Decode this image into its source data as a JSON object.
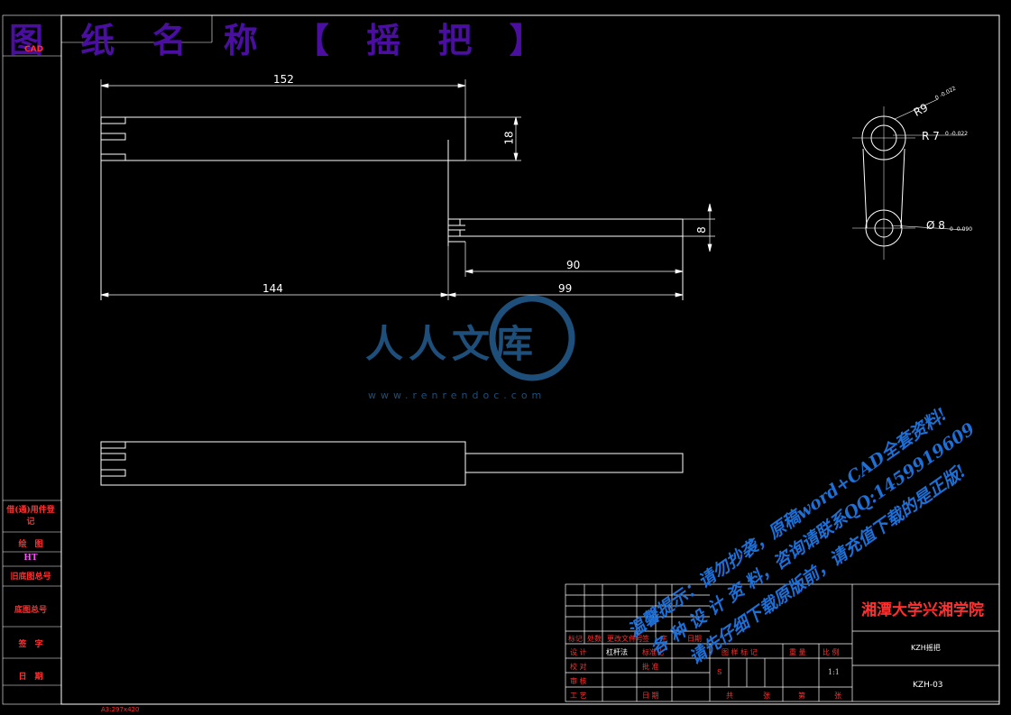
{
  "title": {
    "text": "图 纸 名 称 【 摇 把 】",
    "cad": "CAD"
  },
  "sheet": {
    "size_note": "A3:297x420"
  },
  "dimensions": {
    "d152": "152",
    "d18": "18",
    "d8": "8",
    "d90": "90",
    "d144": "144",
    "d99": "99",
    "r9": "R9",
    "r9_tol": "0 -0.022",
    "r7": "R 7",
    "r7_tol": "0 -0.022",
    "d8c": "Ø 8",
    "d8c_tol": "0 -0.090"
  },
  "side_table": {
    "labels": [
      "借(通)用件登记",
      "绘　图",
      "HT",
      "旧底图总号",
      "底图总号",
      "签　字",
      "日　期"
    ]
  },
  "title_block": {
    "school": "湘潭大学兴湘学院",
    "part_name": "KZH摇把",
    "drawing_no": "KZH-03",
    "rev_headers": [
      "标记",
      "处数",
      "更改文件号",
      "签",
      "字",
      "日期"
    ],
    "rows": {
      "design": "设 计",
      "designer": "杠杆法",
      "standard": "标准化",
      "check": "校 对",
      "approve": "批 准",
      "review": "审 核",
      "process": "工 艺",
      "date": "日 期"
    },
    "right_headers": [
      "图 样 标 记",
      "重 量",
      "比 例"
    ],
    "mark_s": "S",
    "scale": "1:1",
    "sheet_count": [
      "共",
      "张",
      "第",
      "张"
    ]
  },
  "watermark": {
    "logo_text": "人人文库",
    "url": "www.renrendoc.com",
    "line1": "温馨提示：请勿抄袭，原稿word+CAD全套资料!",
    "line2": "各 种 设 计 资 料，咨询请联系QQ:1459919609",
    "line3": "请先仔细下载原版前，请充值下载的是正版!"
  },
  "colors": {
    "line": "#ffffff",
    "red": "#ff3030",
    "title": "#4a0fa0",
    "frame": "#ffffff",
    "watermark": "#1e6fd6"
  }
}
